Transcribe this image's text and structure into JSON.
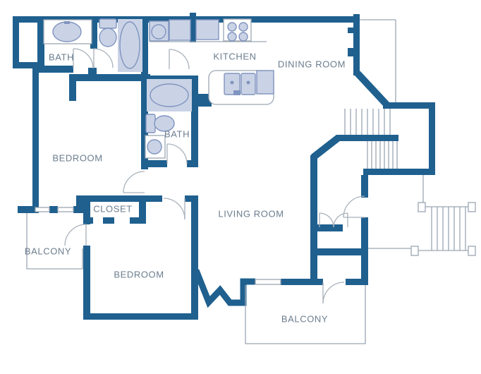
{
  "floor_plan": {
    "rooms": [
      {
        "id": "bath-1",
        "label": "BATH"
      },
      {
        "id": "kitchen",
        "label": "KITCHEN"
      },
      {
        "id": "dining-room",
        "label": "DINING ROOM"
      },
      {
        "id": "bedroom-1",
        "label": "BEDROOM"
      },
      {
        "id": "bath-2",
        "label": "BATH"
      },
      {
        "id": "closet",
        "label": "CLOSET"
      },
      {
        "id": "living-room",
        "label": "LIVING ROOM"
      },
      {
        "id": "balcony-1",
        "label": "BALCONY"
      },
      {
        "id": "bedroom-2",
        "label": "BEDROOM"
      },
      {
        "id": "balcony-2",
        "label": "BALCONY"
      }
    ],
    "fixtures": [
      "bathroom-sink",
      "toilet",
      "bathtub",
      "washer",
      "kitchen-counter",
      "range-stove",
      "kitchen-double-sink",
      "dishwasher",
      "oval-tub",
      "round-sink",
      "interior-staircase",
      "exterior-staircase"
    ],
    "colors": {
      "wall": "#1f608f",
      "fixture_fill": "#cad3e6",
      "fixture_stroke": "#8094bf",
      "thin_line": "#9aa6b2",
      "label_text": "#6b7d8e",
      "background": "#ffffff"
    }
  }
}
